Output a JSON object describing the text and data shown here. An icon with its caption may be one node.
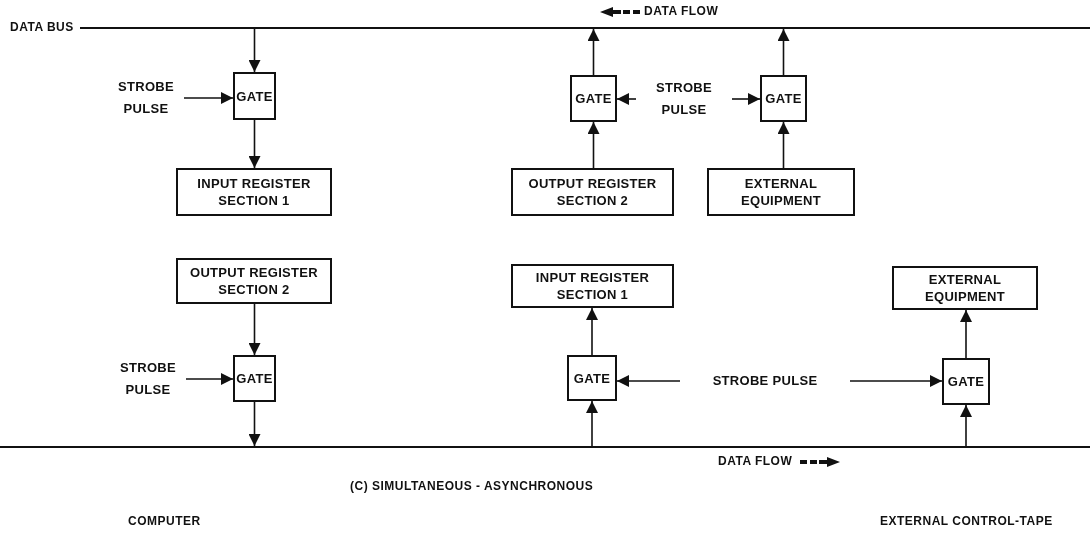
{
  "diagram": {
    "caption": "(C) SIMULTANEOUS - ASYNCHRONOUS",
    "nodes": [
      {
        "text": [],
        "shape": "bar"
      },
      {
        "text": [
          "STROBE PULSE"
        ]
      },
      {
        "text": [
          "GATE"
        ]
      },
      {
        "text": [
          "INPUT REGISTER SECTION 1"
        ]
      },
      {
        "text": [
          "GATE"
        ]
      },
      {
        "text": [
          "STROBE PULSE"
        ]
      },
      {
        "text": [
          "GATE"
        ]
      },
      {
        "text": [
          "OUTPUT REGISTER SECTION 2"
        ]
      },
      {
        "text": [
          "EXTERNAL EQUIPMENT"
        ]
      },
      {
        "text": [
          "OUTPUT REGISTER SECTION 2"
        ]
      },
      {
        "text": [
          "INPUT REGISTER SECTION 1"
        ]
      },
      {
        "text": [
          "EXTERNAL EQUIPMENT"
        ]
      },
      {
        "text": [
          "STROBE PULSE"
        ]
      },
      {
        "text": [
          "GATE"
        ]
      },
      {
        "text": [
          "GATE"
        ]
      },
      {
        "text": [
          "STROBE PULSE"
        ]
      },
      {
        "text": [
          "GATE"
        ]
      },
      {
        "text": [],
        "shape": "bar"
      }
    ],
    "edges": [
      {
        "from": 0,
        "to": 2,
        "arrow": "to"
      },
      {
        "from": 1,
        "to": 2,
        "arrow": "to"
      },
      {
        "from": 2,
        "to": 3,
        "arrow": "to"
      },
      {
        "from": 4,
        "to": 0,
        "arrow": "to"
      },
      {
        "from": 5,
        "to": 4,
        "arrow": "to"
      },
      {
        "from": 5,
        "to": 6,
        "arrow": "to"
      },
      {
        "from": 6,
        "to": 0,
        "arrow": "to"
      },
      {
        "from": 7,
        "to": 4,
        "arrow": "to"
      },
      {
        "from": 8,
        "to": 6,
        "arrow": "to"
      },
      {
        "from": 9,
        "to": 13,
        "arrow": "to"
      },
      {
        "from": 12,
        "to": 13,
        "arrow": "to"
      },
      {
        "from": 13,
        "to": 17,
        "arrow": "to"
      },
      {
        "from": 14,
        "to": 10,
        "arrow": "to"
      },
      {
        "from": 15,
        "to": 14,
        "arrow": "to"
      },
      {
        "from": 15,
        "to": 16,
        "arrow": "to"
      },
      {
        "from": 16,
        "to": 11,
        "arrow": "to"
      },
      {
        "from": 17,
        "to": 14,
        "arrow": "to"
      },
      {
        "from": 17,
        "to": 16,
        "arrow": "to"
      }
    ],
    "labels": [
      "DATA FLOW",
      "DATA BUS",
      "DATA FLOW",
      "COMPUTER",
      "EXTERNAL CONTROL-TAPE"
    ]
  }
}
